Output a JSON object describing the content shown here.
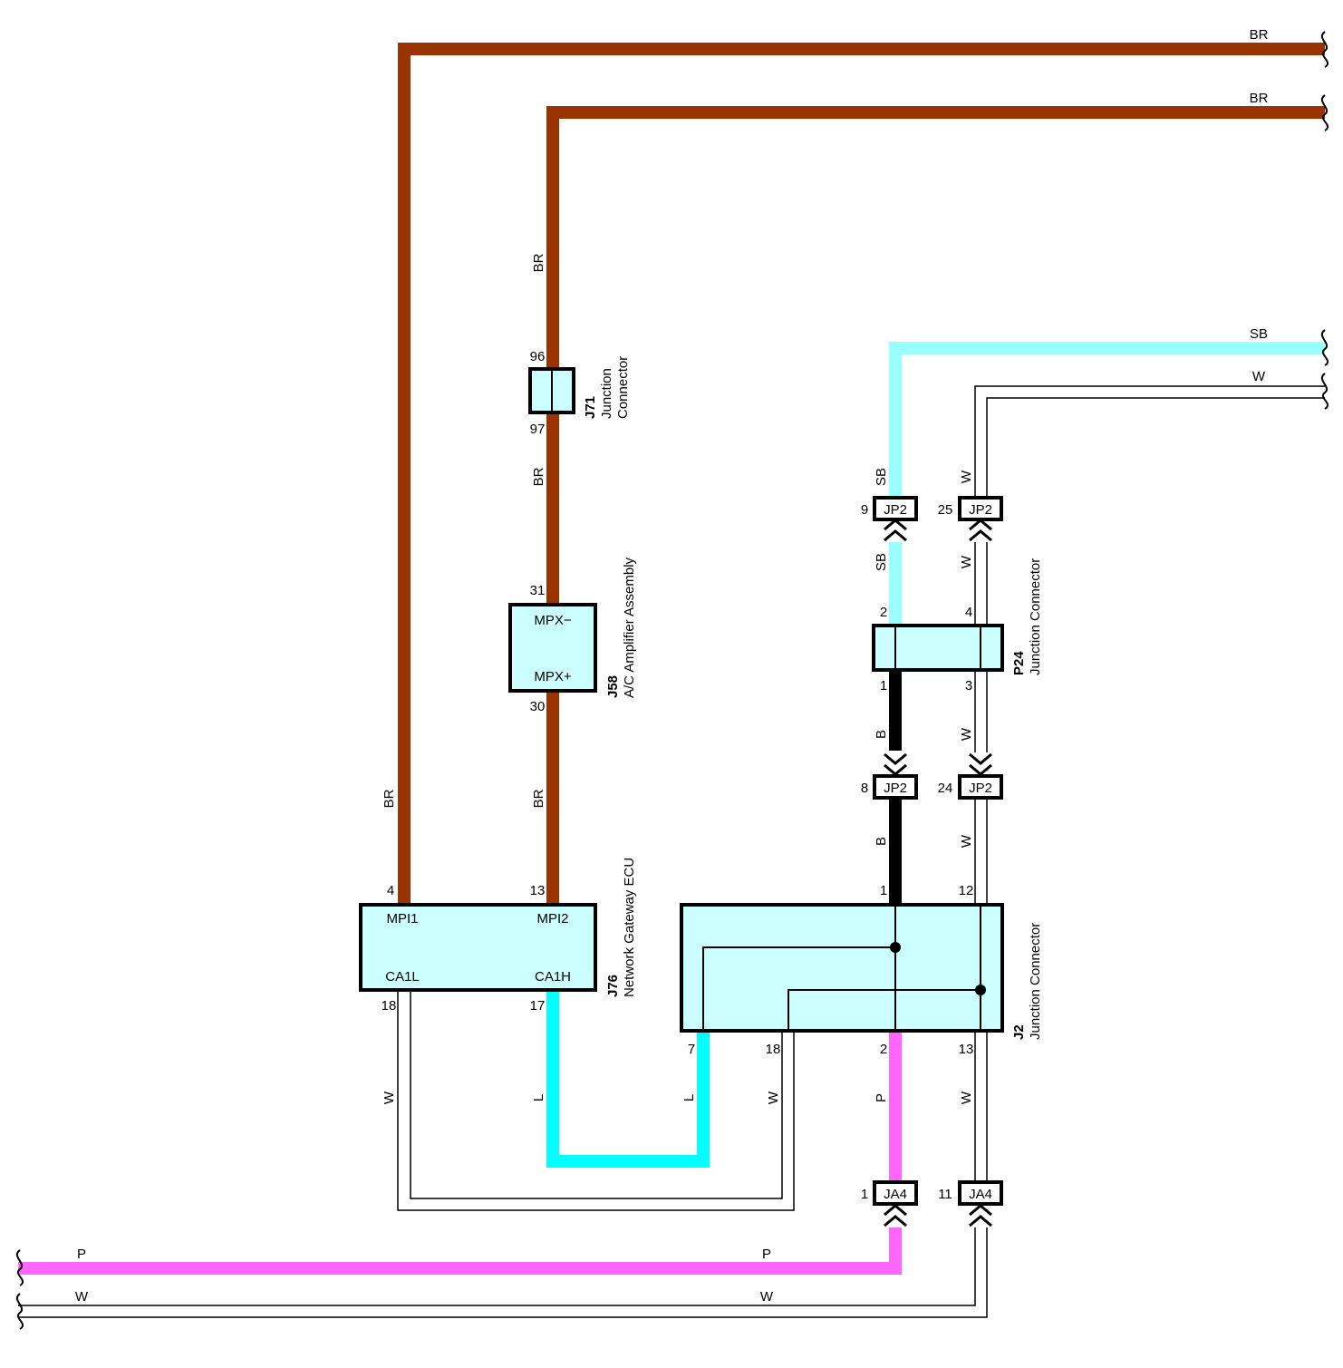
{
  "wire_colors": {
    "BR": "#993300",
    "SB": "#99ffff",
    "L": "#00ffff",
    "P": "#ff66ff",
    "B": "#000000",
    "W": "#ffffff"
  },
  "body_color": "#ccffff",
  "connectors": {
    "J71": {
      "id": "J71",
      "name_line1": "Junction",
      "name_line2": "Connector",
      "pin_top": "96",
      "pin_bottom": "97"
    },
    "J58": {
      "id": "J58",
      "name": "A/C Amplifier Assembly",
      "pin_top": "31",
      "pin_bottom": "30",
      "sig_top": "MPX−",
      "sig_bottom": "MPX+"
    },
    "J76": {
      "id": "J76",
      "name": "Network Gateway ECU",
      "pin_tl": "4",
      "pin_tr": "13",
      "pin_bl": "18",
      "pin_br": "17",
      "sig_tl": "MPI1",
      "sig_tr": "MPI2",
      "sig_bl": "CA1L",
      "sig_br": "CA1H"
    },
    "P24": {
      "id": "P24",
      "name": "Junction Connector",
      "pin_tl": "2",
      "pin_tr": "4",
      "pin_bl": "1",
      "pin_br": "3"
    },
    "J2": {
      "id": "J2",
      "name": "Junction Connector",
      "pin_t1": "1",
      "pin_t2": "12",
      "pin_b1": "7",
      "pin_b2": "18",
      "pin_b3": "2",
      "pin_b4": "13"
    },
    "JP2": {
      "tag": "JP2",
      "pins": [
        "9",
        "25",
        "8",
        "24"
      ]
    },
    "JA4": {
      "tag": "JA4",
      "pins": [
        "1",
        "11"
      ]
    }
  },
  "wire_labels": {
    "br_top1": "BR",
    "br_top2": "BR",
    "sb_right": "SB",
    "w_right": "W",
    "br_v1": "BR",
    "br_v2": "BR",
    "br_v3": "BR",
    "br_v4": "BR",
    "sb_v1": "SB",
    "sb_v2": "SB",
    "w_v1": "W",
    "w_v2": "W",
    "w_v3": "W",
    "b_v1": "B",
    "b_v2": "B",
    "w_v4": "W",
    "w_v5": "W",
    "l_v1": "L",
    "l_v2": "L",
    "w_v6": "W",
    "p_v1": "P",
    "w_v7": "W",
    "p_left": "P",
    "p_mid": "P",
    "w_left": "W",
    "w_mid": "W"
  }
}
